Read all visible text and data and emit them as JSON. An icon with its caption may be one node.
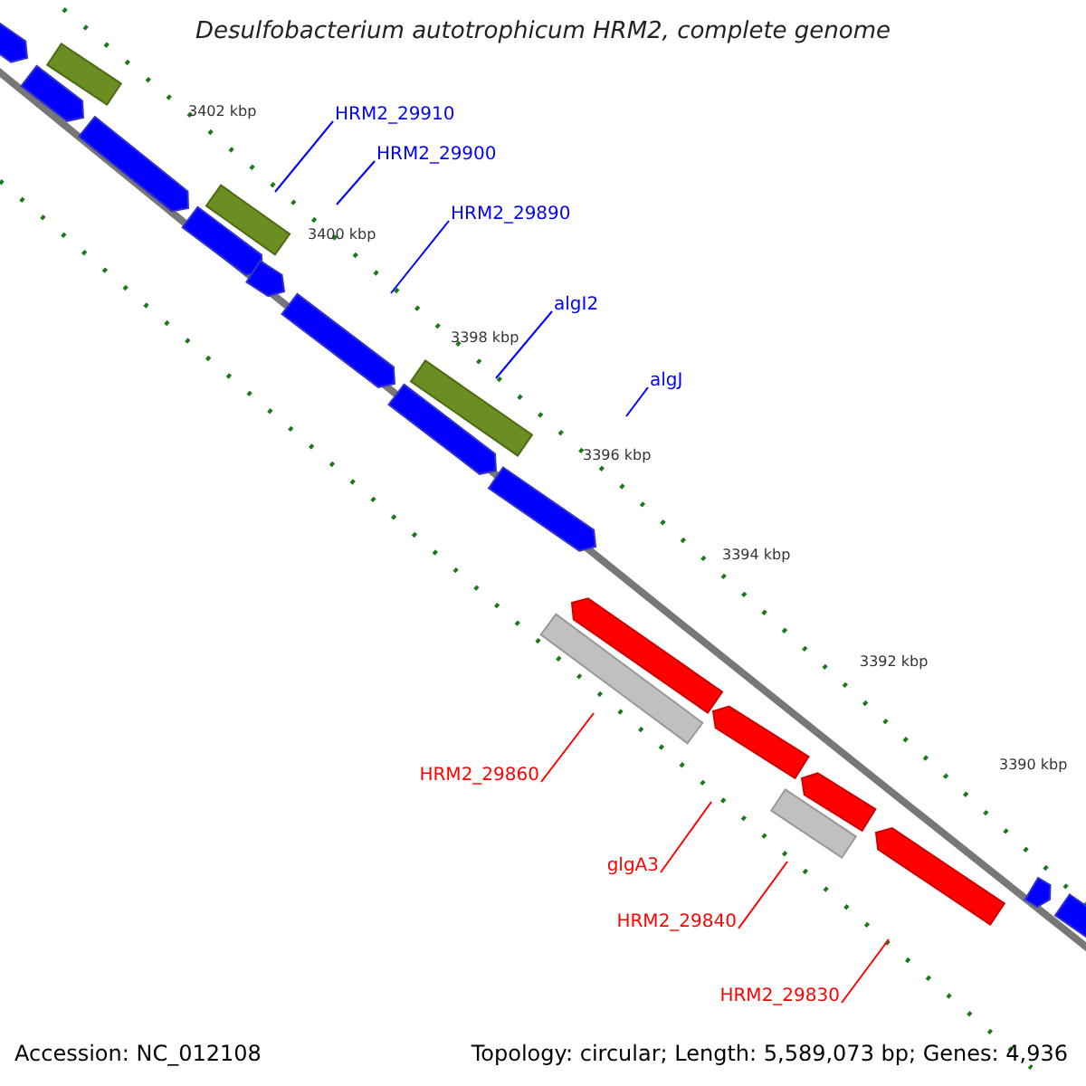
{
  "diagram": {
    "title": "Desulfobacterium autotrophicum HRM2, complete genome",
    "nodes": [
      {
        "text": [
          "HRM2_29910"
        ]
      },
      {
        "text": [
          "HRM2_29900"
        ]
      },
      {
        "text": [
          "HRM2_29890"
        ]
      },
      {
        "text": [
          "algI2"
        ]
      },
      {
        "text": [
          "algJ"
        ]
      },
      {
        "text": [
          "HRM2_29860"
        ]
      },
      {
        "text": [
          "glgA3"
        ]
      },
      {
        "text": [
          "HRM2_29840"
        ]
      },
      {
        "text": [
          "HRM2_29830"
        ]
      }
    ],
    "edges": [
      {
        "from": 0,
        "to": null,
        "arrow": "none"
      },
      {
        "from": 1,
        "to": null,
        "arrow": "none"
      },
      {
        "from": 2,
        "to": null,
        "arrow": "none"
      },
      {
        "from": 3,
        "to": null,
        "arrow": "none"
      },
      {
        "from": 4,
        "to": null,
        "arrow": "none"
      },
      {
        "from": 5,
        "to": null,
        "arrow": "none",
        "color": "#ff0000"
      },
      {
        "from": 6,
        "to": null,
        "arrow": "none",
        "color": "#ff0000"
      },
      {
        "from": 7,
        "to": null,
        "arrow": "none",
        "color": "#ff0000"
      },
      {
        "from": 8,
        "to": null,
        "arrow": "none",
        "color": "#ff0000"
      }
    ],
    "labels": [
      "3402 kbp",
      "3400 kbp",
      "3398 kbp",
      "3396 kbp",
      "3394 kbp",
      "3392 kbp",
      "3390 kbp",
      "Accession: NC_012108",
      "Topology: circular; Length: 5,589,073 bp; Genes: 4,936"
    ]
  }
}
